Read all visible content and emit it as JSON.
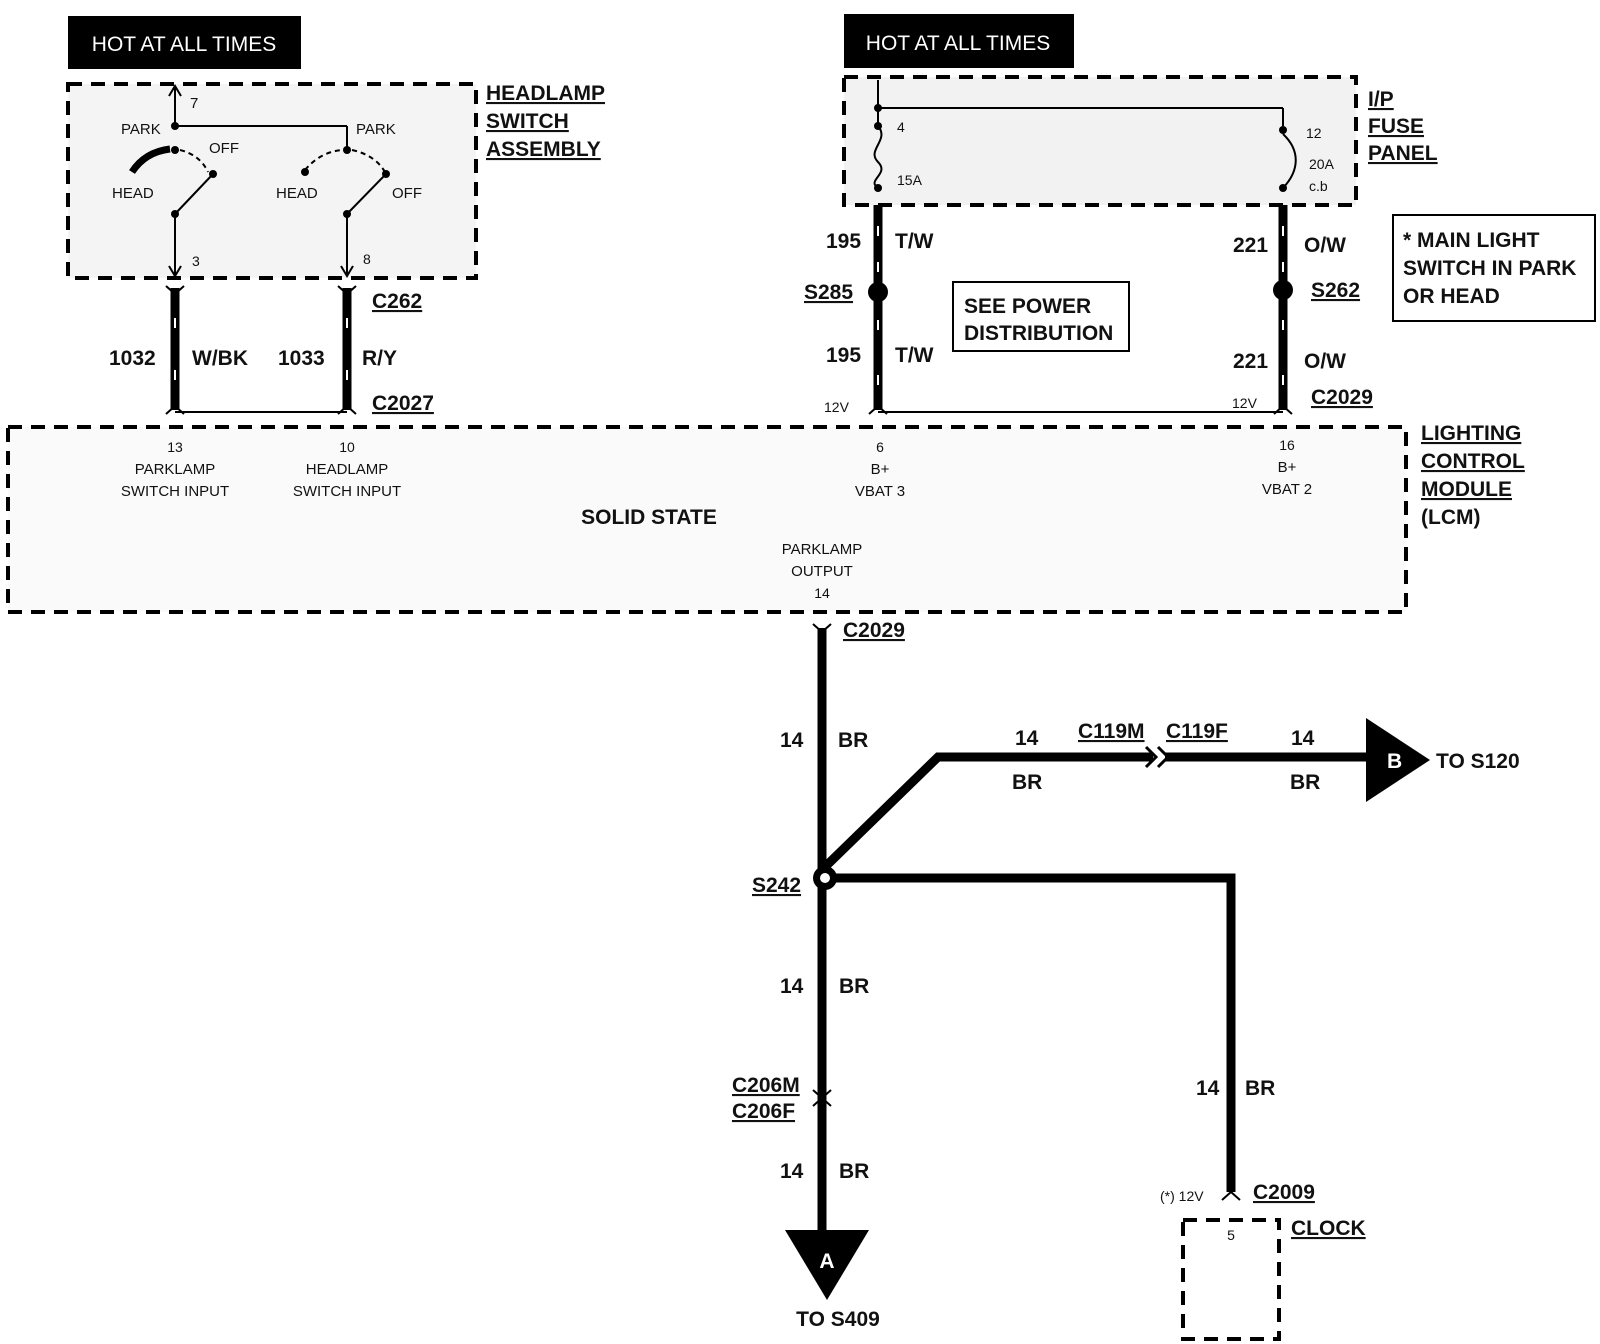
{
  "hot_left": "HOT AT ALL TIMES",
  "hot_right": "HOT AT ALL TIMES",
  "headlamp_switch": {
    "title": [
      "HEADLAMP",
      "SWITCH",
      "ASSEMBLY"
    ],
    "pin7": "7",
    "pin3": "3",
    "pin8": "8",
    "park1": "PARK",
    "off1": "OFF",
    "head1": "HEAD",
    "park2": "PARK",
    "head2": "HEAD",
    "off2": "OFF",
    "connector_top": "C262",
    "connector_bottom": "C2027"
  },
  "wires_left": [
    {
      "circuit": "1032",
      "color": "W/BK"
    },
    {
      "circuit": "1033",
      "color": "R/Y"
    }
  ],
  "fuse_panel": {
    "title": [
      "I/P",
      "FUSE",
      "PANEL"
    ],
    "pin4": "4",
    "fuse15": "15A",
    "pin12": "12",
    "cb20": "20A",
    "cb": "c.b"
  },
  "wires_right": {
    "w195a": {
      "circuit": "195",
      "color": "T/W"
    },
    "w195b": {
      "circuit": "195",
      "color": "T/W"
    },
    "w221a": {
      "circuit": "221",
      "color": "O/W"
    },
    "w221b": {
      "circuit": "221",
      "color": "O/W"
    },
    "s285": "S285",
    "s262": "S262",
    "v12a": "12V",
    "v12b": "12V",
    "c2029_top": "C2029"
  },
  "see_power": [
    "SEE POWER",
    "DISTRIBUTION"
  ],
  "note": [
    "* MAIN LIGHT",
    "SWITCH IN PARK",
    "OR HEAD"
  ],
  "lcm": {
    "title": [
      "LIGHTING",
      "CONTROL",
      "MODULE",
      "(LCM)"
    ],
    "solid_state": "SOLID STATE",
    "pin13": [
      "13",
      "PARKLAMP",
      "SWITCH INPUT"
    ],
    "pin10": [
      "10",
      "HEADLAMP",
      "SWITCH INPUT"
    ],
    "pin6": [
      "6",
      "B+",
      "VBAT 3"
    ],
    "pin16": [
      "16",
      "B+",
      "VBAT 2"
    ],
    "pin14": [
      "PARKLAMP",
      "OUTPUT",
      "14"
    ]
  },
  "output": {
    "c2029": "C2029",
    "w14a": {
      "circuit": "14",
      "color": "BR"
    },
    "s242": "S242",
    "w14b": {
      "circuit": "14",
      "color": "BR"
    },
    "c206m": "C206M",
    "c206f": "C206F",
    "w14c": {
      "circuit": "14",
      "color": "BR"
    },
    "arrow_a": "A",
    "to_s409": "TO S409",
    "branch_w14a": {
      "circuit": "14",
      "color": "BR"
    },
    "c119m": "C119M",
    "c119f": "C119F",
    "branch_w14b": {
      "circuit": "14",
      "color": "BR"
    },
    "arrow_b": "B",
    "to_s120": "TO S120",
    "clock_w14": {
      "circuit": "14",
      "color": "BR"
    },
    "clock_volt": "(*) 12V",
    "c2009": "C2009",
    "clock_pin": "5",
    "clock": "CLOCK"
  }
}
